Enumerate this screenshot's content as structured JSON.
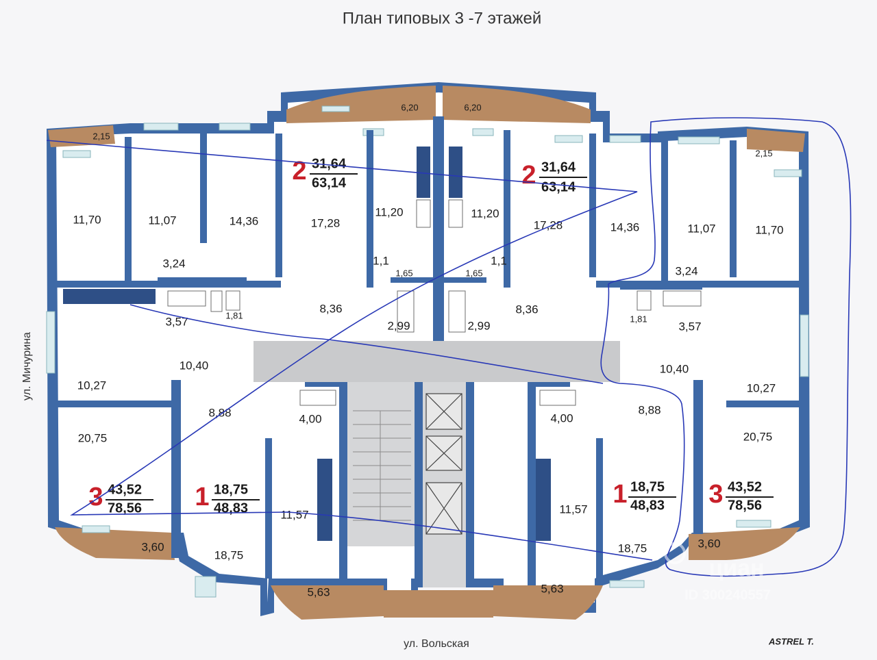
{
  "title": "План типовых 3 -7 этажей",
  "streets": {
    "side": "ул. Мичурина",
    "bottom": "ул. Вольская"
  },
  "logo": "ASTREL T.",
  "watermark": {
    "brand": "циан",
    "id": "ID 300240557"
  },
  "apartments": [
    {
      "id": "apt-2-left",
      "rooms": "2",
      "living": "31,64",
      "total": "63,14"
    },
    {
      "id": "apt-2-right",
      "rooms": "2",
      "living": "31,64",
      "total": "63,14"
    },
    {
      "id": "apt-3-left",
      "rooms": "3",
      "living": "43,52",
      "total": "78,56"
    },
    {
      "id": "apt-1-left",
      "rooms": "1",
      "living": "18,75",
      "total": "48,83"
    },
    {
      "id": "apt-1-right",
      "rooms": "1",
      "living": "18,75",
      "total": "48,83"
    },
    {
      "id": "apt-3-right",
      "rooms": "3",
      "living": "43,52",
      "total": "78,56"
    }
  ],
  "room_areas": [
    "2,15",
    "6,20",
    "6,20",
    "2,15",
    "11,70",
    "11,07",
    "14,36",
    "17,28",
    "11,20",
    "11,20",
    "17,28",
    "14,36",
    "11,07",
    "11,70",
    "3,24",
    "3,24",
    "1,1",
    "1,65",
    "1,65",
    "1,1",
    "3,57",
    "1,81",
    "8,36",
    "2,99",
    "2,99",
    "8,36",
    "1,81",
    "3,57",
    "10,40",
    "10,40",
    "10,27",
    "10,27",
    "8,88",
    "4,00",
    "4,00",
    "8,88",
    "20,75",
    "20,75",
    "11,57",
    "11,57",
    "3,60",
    "18,75",
    "18,75",
    "3,60",
    "5,63",
    "5,63"
  ]
}
